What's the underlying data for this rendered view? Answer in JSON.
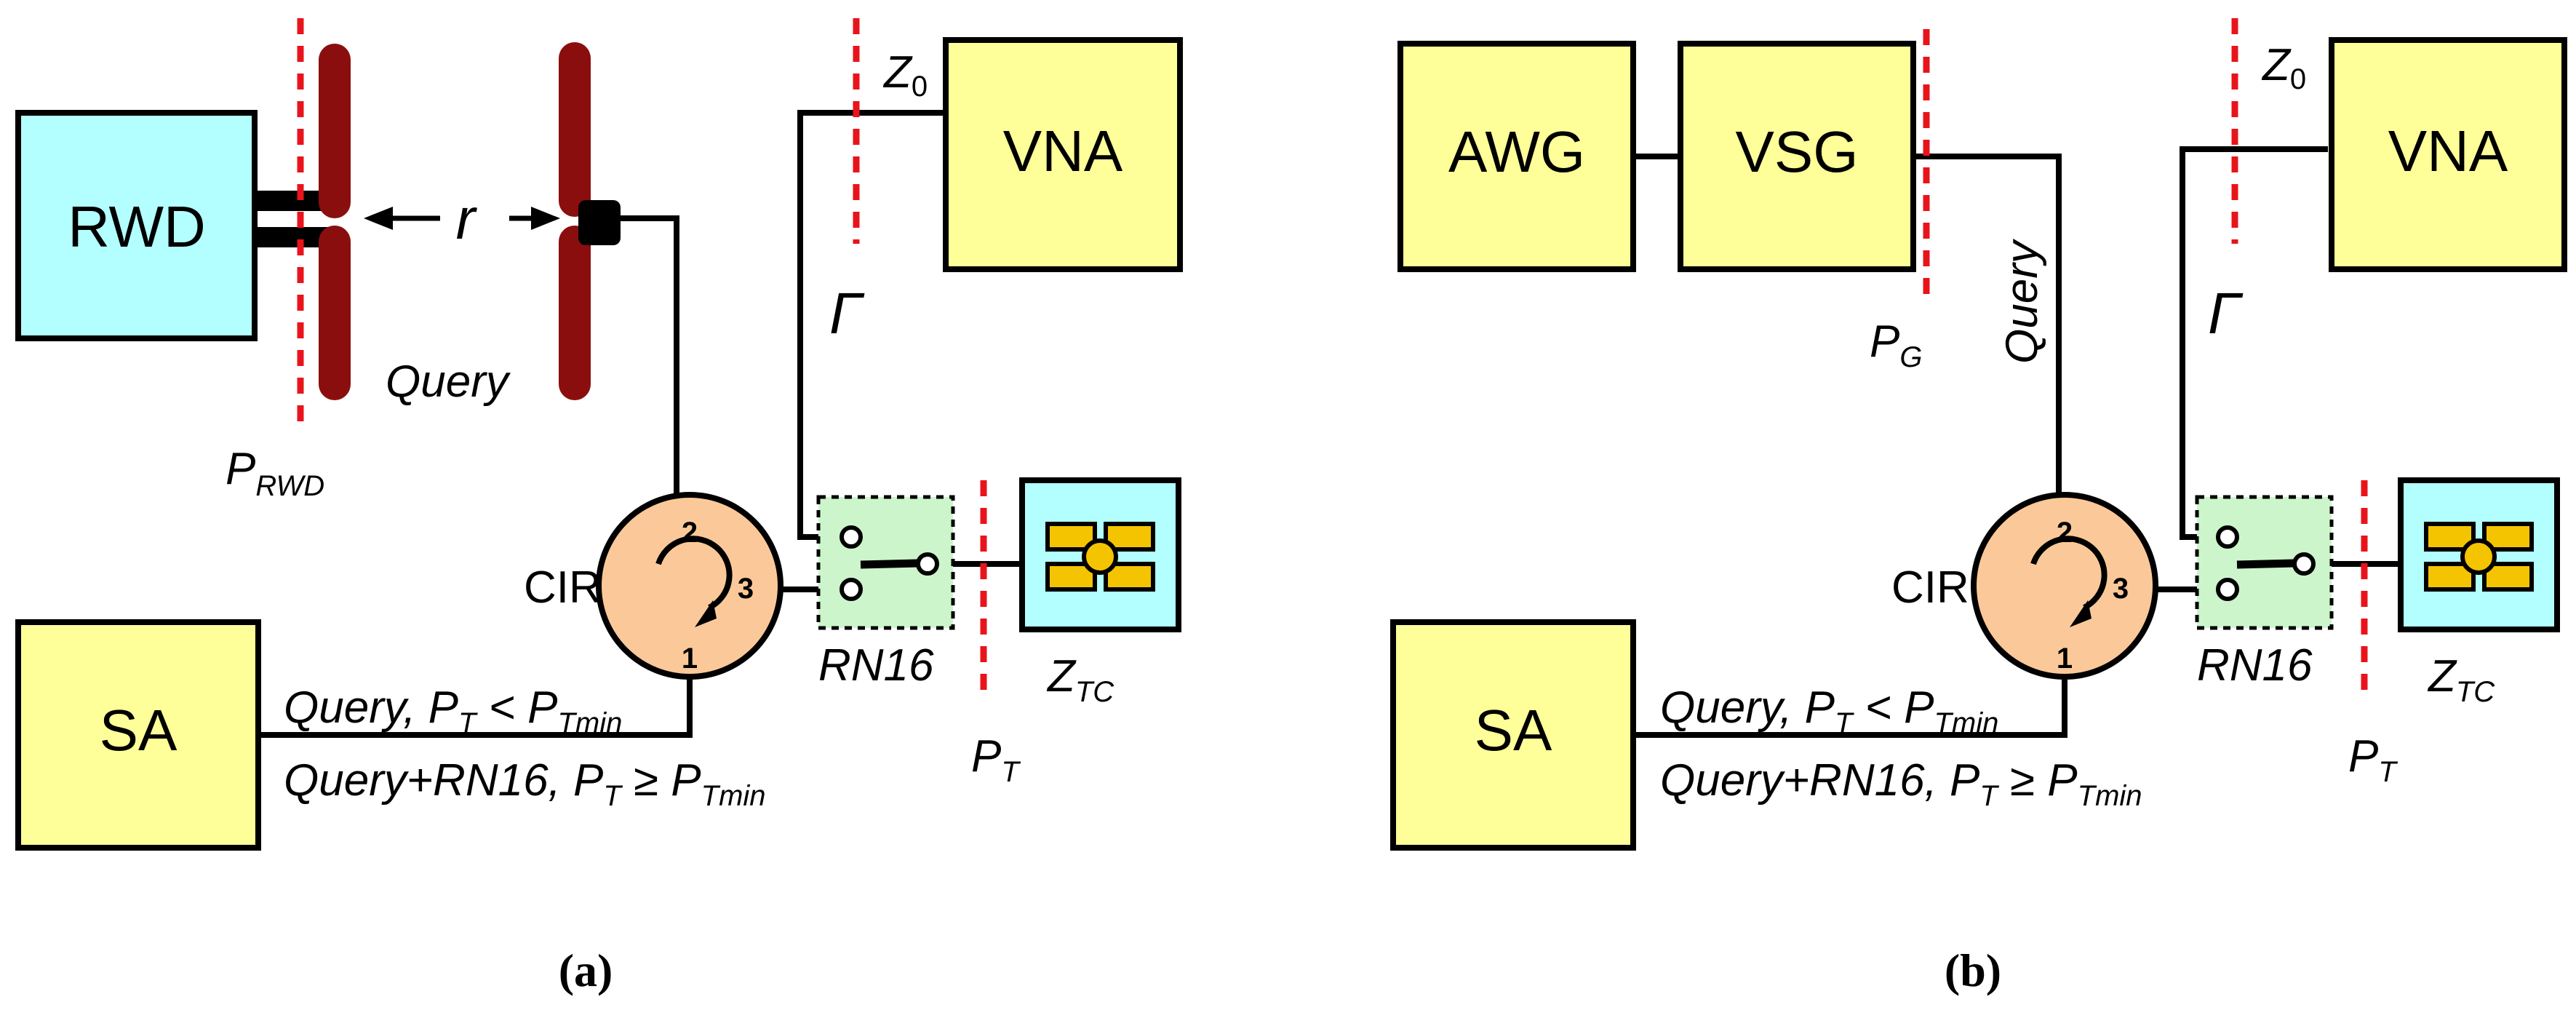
{
  "panels": [
    {
      "id": "a",
      "caption": "(a)",
      "blocks": {
        "reader": "RWD",
        "analyzer": "SA",
        "vna": "VNA",
        "circulator": "CIR"
      },
      "circulator_ports": [
        "1",
        "2",
        "3"
      ],
      "labels": {
        "distance": "r",
        "query": "Query",
        "gamma": "Γ",
        "z0_main": "Z",
        "z0_sub": "0",
        "p_rwd_main": "P",
        "p_rwd_sub": "RWD",
        "rn16": "RN16",
        "ztc_main": "Z",
        "ztc_sub": "TC",
        "pt_main": "P",
        "pt_sub": "T"
      },
      "conditions": [
        {
          "parts": [
            [
              "Query, P",
              ""
            ],
            [
              "T",
              "sub"
            ],
            [
              " < P",
              ""
            ],
            [
              "Tmin",
              "sub"
            ]
          ]
        },
        {
          "parts": [
            [
              "Query+RN16, P",
              ""
            ],
            [
              "T",
              "sub"
            ],
            [
              " ≥ P",
              ""
            ],
            [
              "Tmin",
              "sub"
            ]
          ]
        }
      ]
    },
    {
      "id": "b",
      "caption": "(b)",
      "blocks": {
        "awg": "AWG",
        "vsg": "VSG",
        "analyzer": "SA",
        "vna": "VNA",
        "circulator": "CIR"
      },
      "circulator_ports": [
        "1",
        "2",
        "3"
      ],
      "labels": {
        "query": "Query",
        "gamma": "Γ",
        "z0_main": "Z",
        "z0_sub": "0",
        "pg_main": "P",
        "pg_sub": "G",
        "rn16": "RN16",
        "ztc_main": "Z",
        "ztc_sub": "TC",
        "pt_main": "P",
        "pt_sub": "T"
      },
      "conditions": [
        {
          "parts": [
            [
              "Query, P",
              ""
            ],
            [
              "T",
              "sub"
            ],
            [
              " < P",
              ""
            ],
            [
              "Tmin",
              "sub"
            ]
          ]
        },
        {
          "parts": [
            [
              "Query+RN16, P",
              ""
            ],
            [
              "T",
              "sub"
            ],
            [
              " ≥ P",
              ""
            ],
            [
              "Tmin",
              "sub"
            ]
          ]
        }
      ]
    }
  ],
  "colors": {
    "yellow_block": "#ffff99",
    "cyan_block": "#b3ffff",
    "circulator": "#fbc999",
    "switch_box": "#ccf5cc",
    "antenna": "#8b0e0e",
    "reference_plane": "#e8141b",
    "chip_pad": "#f5c400"
  }
}
